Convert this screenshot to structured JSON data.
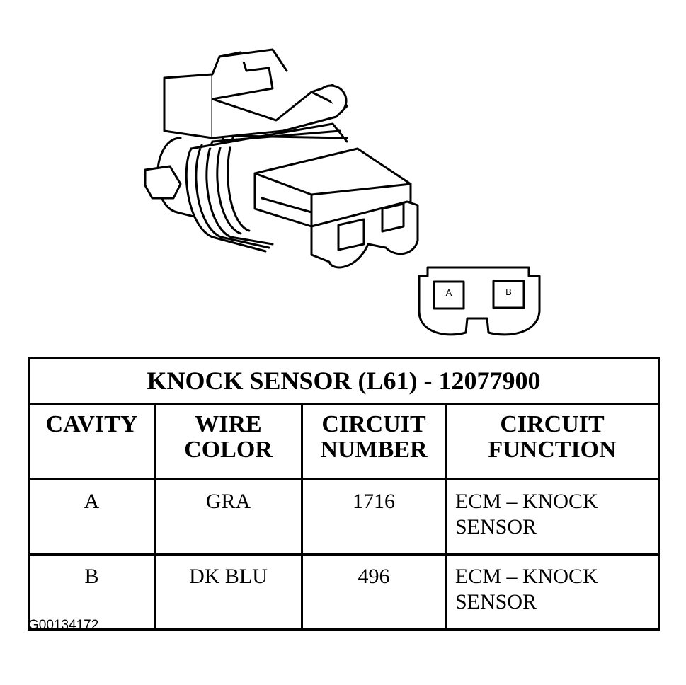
{
  "table": {
    "title": "KNOCK SENSOR (L61) - 12077900",
    "headers": [
      [
        "CAVITY"
      ],
      [
        "WIRE",
        "COLOR"
      ],
      [
        "CIRCUIT",
        "NUMBER"
      ],
      [
        "CIRCUIT",
        "FUNCTION"
      ]
    ],
    "rows": [
      {
        "cavity": "A",
        "wire_color": "GRA",
        "circuit_number": "1716",
        "function": [
          "ECM – KNOCK",
          "SENSOR"
        ]
      },
      {
        "cavity": "B",
        "wire_color": "DK BLU",
        "circuit_number": "496",
        "function": [
          "ECM – KNOCK",
          "SENSOR"
        ]
      }
    ]
  },
  "face_view": {
    "cavity_a": "A",
    "cavity_b": "B"
  },
  "figure_id": "G00134172"
}
